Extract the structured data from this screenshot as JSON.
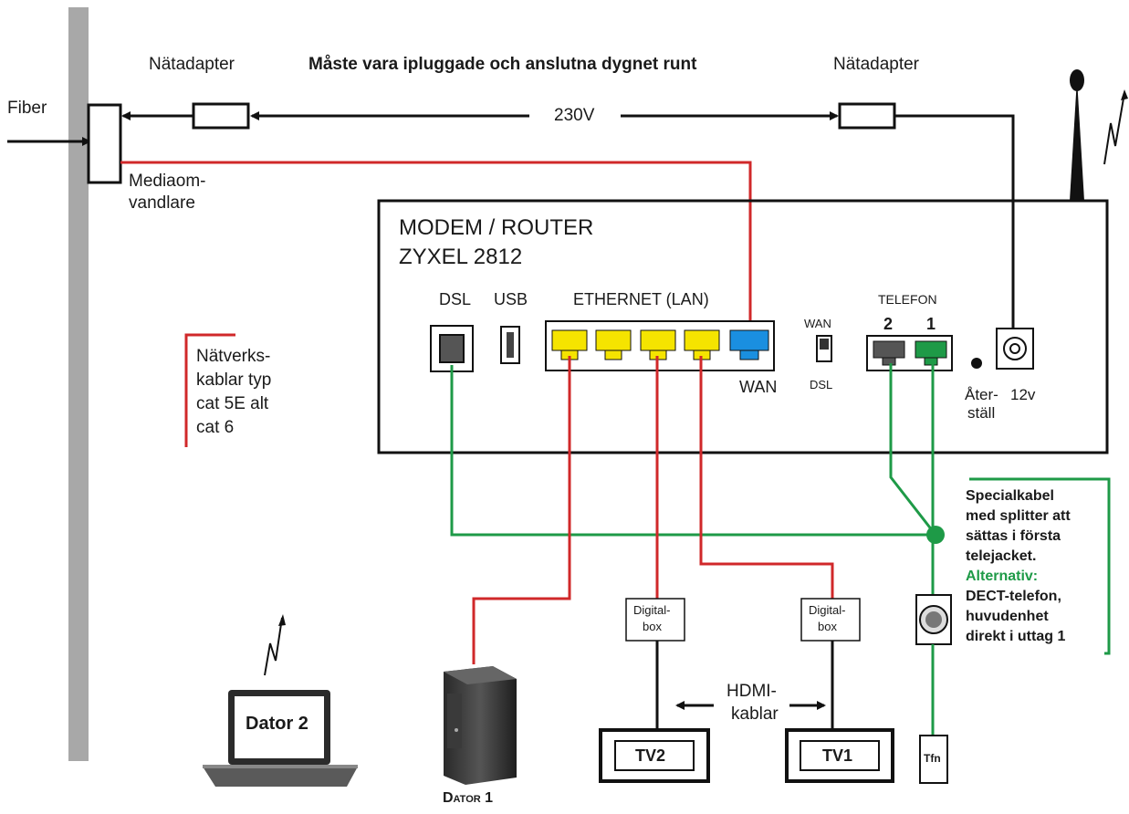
{
  "labels": {
    "fiber": "Fiber",
    "adapter_left": "Nätadapter",
    "adapter_right": "Nätadapter",
    "must_be_plugged": "Måste vara ipluggade och anslutna dygnet runt",
    "voltage": "230V",
    "media_converter_1": "Mediaom-",
    "media_converter_2": "vandlare",
    "modem_title_1": "MODEM / ROUTER",
    "modem_title_2": "ZYXEL 2812",
    "port_dsl": "DSL",
    "port_usb": "USB",
    "port_ethernet": "ETHERNET (LAN)",
    "port_wan": "WAN",
    "switch_wan": "WAN",
    "switch_dsl": "DSL",
    "telefon": "TELEFON",
    "tel_2": "2",
    "tel_1": "1",
    "reset_1": "Åter-",
    "reset_2": "ställ",
    "power_12v": "12v",
    "legend_1": "Nätverks-",
    "legend_2": "kablar typ",
    "legend_3": "cat 5E alt",
    "legend_4": "cat 6",
    "note_1": "Specialkabel",
    "note_2": "med splitter att",
    "note_3": "sättas i första",
    "note_4": "telejacket.",
    "note_5": "Alternativ:",
    "note_6": "DECT-telefon,",
    "note_7": "huvudenhet",
    "note_8": "direkt i uttag 1",
    "digibox_1a": "Digital-",
    "digibox_1b": "box",
    "digibox_2a": "Digital-",
    "digibox_2b": "box",
    "hdmi_1": "HDMI-",
    "hdmi_2": "kablar",
    "tv2": "TV2",
    "tv1": "TV1",
    "tfn": "Tfn",
    "dator2": "Dator 2",
    "dator1": "Dator 1"
  },
  "colors": {
    "lan_cable": "#d0282a",
    "phone_cable": "#1e9a47",
    "ethernet_port": "#f5e400",
    "wan_port": "#1a8fe0",
    "wall": "#a8a8a8",
    "note_green": "#1e9a47"
  }
}
